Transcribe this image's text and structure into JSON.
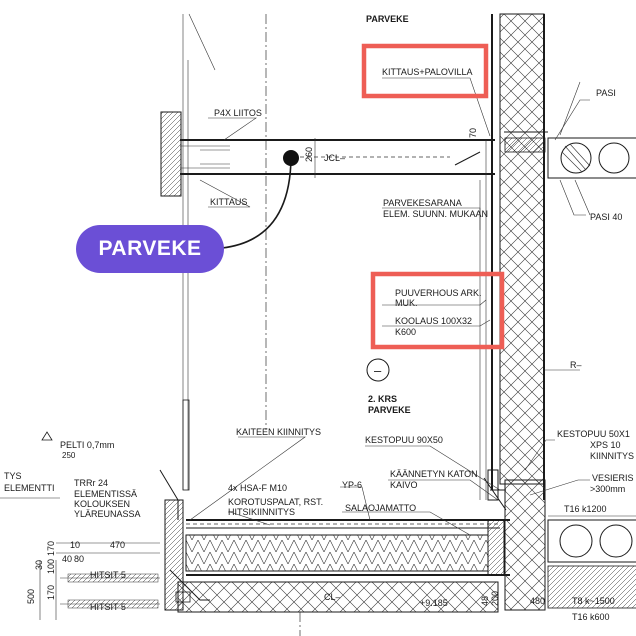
{
  "labels": {
    "parveke_top": "PARVEKE",
    "kittaus_palovilla": "KITTAUS+PALOVILLA",
    "pasi_top": "PASI",
    "pasi_40": "PASI 40",
    "p4x_liitos": "P4X LIITOS",
    "kittaus": "KITTAUS",
    "jcl": "JCL–",
    "dim_260": "260",
    "dim_70": "70",
    "parvekesarana_1": "PARVEKESARANA",
    "parvekesarana_2": "ELEM. SUUNN. MUKAAN",
    "puuverhous_1": "PUUVERHOUS ARK.",
    "puuverhous_2": "MUK.",
    "koolaus_1": "KOOLAUS 100X32",
    "koolaus_2": "K600",
    "r_mark": "R–",
    "circle_minus": "–",
    "krs_1": "2. KRS",
    "krs_2": "PARVEKE",
    "kaiteen": "KAITEEN KIINNITYS",
    "pelti": "PELTI 0,7mm",
    "dim_250": "250",
    "tys_1": "TYS",
    "tys_2": "ELEMENTTI",
    "trrr_1": "TRRr 24",
    "trrr_2": "ELEMENTISSÄ",
    "trrr_3": "KOLOUKSEN",
    "trrr_4": "YLÄREUNASSA",
    "hsa_1": "4x HSA-F M10",
    "hsa_2": "KOROTUSPALAT, RST.",
    "hsa_3": "HITSIKIINNITYS",
    "kestopuu_90": "KESTOPUU 90X50",
    "kaannetyn_1": "KÄÄNNETYN KATON",
    "kaannetyn_2": "KAIVO",
    "yp6": "YP-6",
    "salaojamatto": "SALAOJAMATTO",
    "kestopuu_50": "KESTOPUU 50X1",
    "xps": "XPS 10",
    "kiinnitys": "KIINNITYS",
    "vesieris": "VESIERIS",
    "gt300": ">300mm",
    "t16_k1200": "T16 k1200",
    "t8_k1500": "T8 k~1500",
    "t16_k600": "T16 k600",
    "dim_10": "10",
    "dim_40": "40",
    "dim_80": "80",
    "dim_470": "470",
    "hitsit_top": "HITSIT 5",
    "hitsit_bot": "HITSIT 5",
    "dim_v1": "170",
    "dim_v2": "100",
    "dim_v3": "170",
    "dim_v4": "30",
    "dim_500": "500",
    "dim_48": "48",
    "dim_200": "200",
    "dim_480": "480",
    "level": "+9.185",
    "cl": "CL–"
  },
  "callout": {
    "label": "PARVEKE"
  },
  "colors": {
    "highlight": "#ee5e55",
    "callout_bg": "#6b4fd6"
  }
}
